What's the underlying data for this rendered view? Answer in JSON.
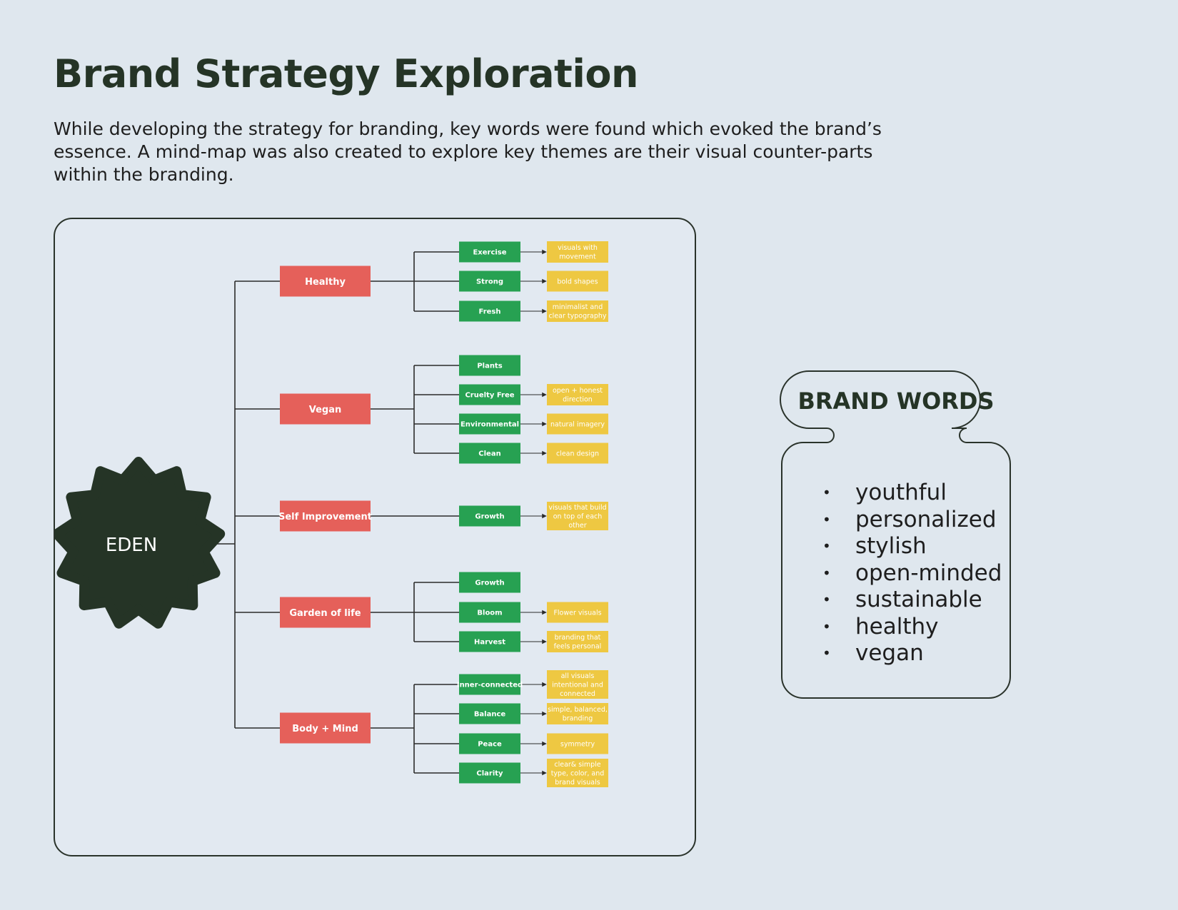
{
  "title": "Brand Strategy Exploration",
  "intro": "While developing the strategy for branding, key words were found which evoked the brand’s essence. A mind-map was also created to explore key themes are their visual counter-parts within the branding.",
  "mindmap": {
    "center": "EDEN",
    "themes": [
      {
        "label": "Healthy",
        "children": [
          {
            "label": "Exercise",
            "note": [
              "visuals with",
              "movement"
            ]
          },
          {
            "label": "Strong",
            "note": [
              "bold shapes"
            ]
          },
          {
            "label": "Fresh",
            "note": [
              "minimalist and",
              "clear typography"
            ]
          }
        ]
      },
      {
        "label": "Vegan",
        "children": [
          {
            "label": "Plants",
            "note": []
          },
          {
            "label": "Cruelty Free",
            "note": [
              "open + honest",
              "direction"
            ]
          },
          {
            "label": "Environmental",
            "note": [
              "natural imagery"
            ]
          },
          {
            "label": "Clean",
            "note": [
              "clean design"
            ]
          }
        ]
      },
      {
        "label": "Self Improvement",
        "children": [
          {
            "label": "Growth",
            "note": [
              "visuals that build",
              "on top of each",
              "other"
            ]
          }
        ]
      },
      {
        "label": "Garden of life",
        "children": [
          {
            "label": "Growth",
            "note": []
          },
          {
            "label": "Bloom",
            "note": [
              "Flower visuals"
            ]
          },
          {
            "label": "Harvest",
            "note": [
              "branding that",
              "feels personal"
            ]
          }
        ]
      },
      {
        "label": "Body + Mind",
        "children": [
          {
            "label": "Inner-connected",
            "note": [
              "all visuals",
              "intentional and",
              "connected"
            ]
          },
          {
            "label": "Balance",
            "note": [
              "simple, balanced,",
              "branding"
            ]
          },
          {
            "label": "Peace",
            "note": [
              "symmetry"
            ]
          },
          {
            "label": "Clarity",
            "note": [
              "clear& simple",
              "type, color, and",
              "brand visuals"
            ]
          }
        ]
      }
    ]
  },
  "brand_words": {
    "title": "BRAND WORDS",
    "items": [
      "youthful",
      "personalized",
      "stylish",
      "open-minded",
      "sustainable",
      "healthy",
      "vegan"
    ]
  },
  "colors": {
    "background": "#dfe7ee",
    "dark_green": "#253426",
    "theme_red": "#e5605a",
    "node_green": "#27a152",
    "note_yellow": "#eec842"
  }
}
